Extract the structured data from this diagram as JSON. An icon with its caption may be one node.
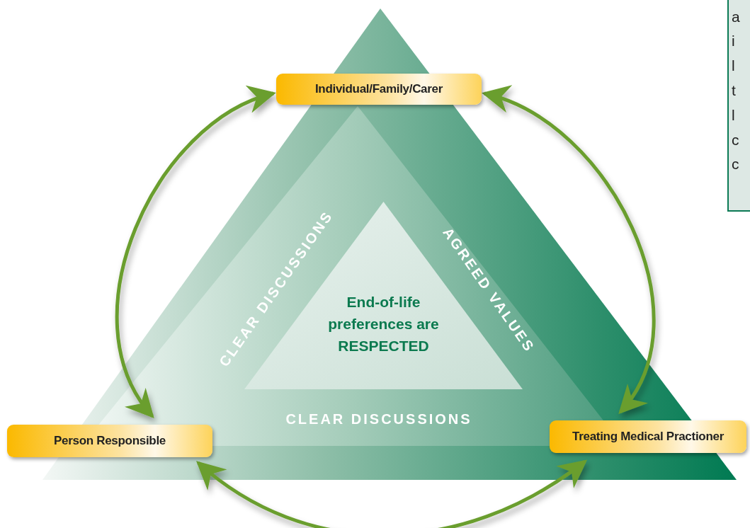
{
  "diagram": {
    "nodes": [
      {
        "text": [
          "Individual/Family/Carer"
        ]
      },
      {
        "text": [
          "Person Responsible"
        ]
      },
      {
        "text": [
          "Treating Medical Practioner"
        ]
      },
      {
        "text": [
          "End-of-life preferences are RESPECTED"
        ]
      }
    ],
    "edges": [
      {
        "from": 0,
        "to": 1,
        "arrow": "both"
      },
      {
        "from": 0,
        "to": 2,
        "arrow": "both"
      },
      {
        "from": 1,
        "to": 2,
        "arrow": "both"
      }
    ],
    "labels": [
      "a",
      "i",
      "l",
      "t",
      "l",
      "c",
      "c",
      "CLEAR DISCUSSIONS",
      "AGREED VALUES",
      "CLEAR DISCUSSIONS"
    ]
  }
}
